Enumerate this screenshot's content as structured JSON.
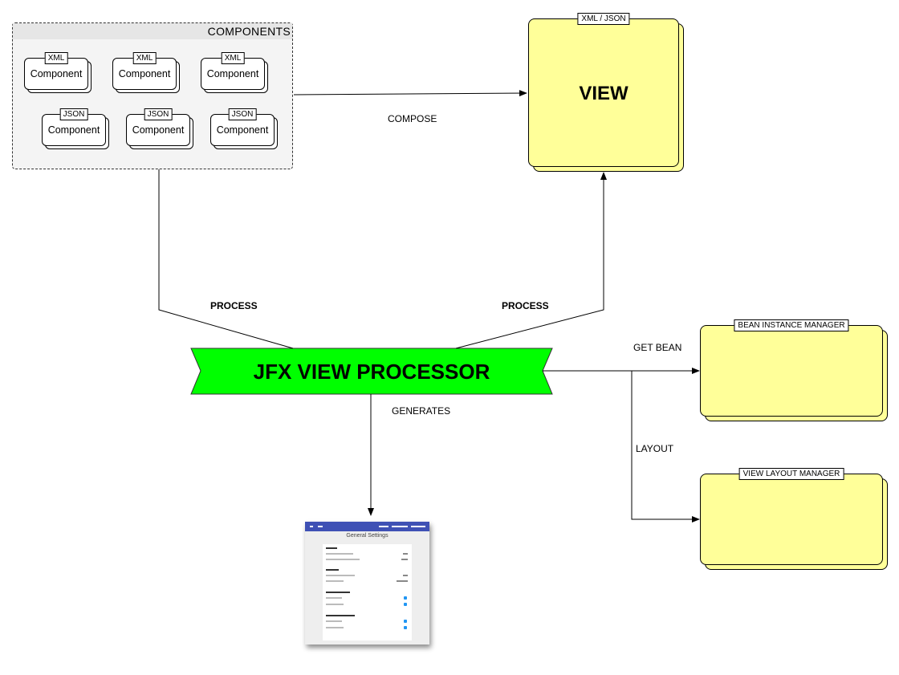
{
  "components_group": {
    "title": "COMPONENTS",
    "xml_components": [
      {
        "tag": "XML",
        "label": "Component"
      },
      {
        "tag": "XML",
        "label": "Component"
      },
      {
        "tag": "XML",
        "label": "Component"
      }
    ],
    "json_components": [
      {
        "tag": "JSON",
        "label": "Component"
      },
      {
        "tag": "JSON",
        "label": "Component"
      },
      {
        "tag": "JSON",
        "label": "Component"
      }
    ]
  },
  "view": {
    "tag": "XML / JSON",
    "title": "VIEW"
  },
  "processor": {
    "title": "JFX VIEW PROCESSOR",
    "color": "#00ff00"
  },
  "bean_manager": {
    "title": "BEAN INSTANCE MANAGER"
  },
  "layout_manager": {
    "title": "VIEW LAYOUT MANAGER"
  },
  "edges": {
    "compose": "COMPOSE",
    "process_left": "PROCESS",
    "process_right": "PROCESS",
    "get_bean": "GET BEAN",
    "layout": "LAYOUT",
    "generates": "GENERATES"
  },
  "screenshot": {
    "title": "General Settings",
    "accent": "#3f51b5"
  },
  "colors": {
    "box_fill": "#ffff99",
    "group_fill": "#f4f4f4"
  }
}
